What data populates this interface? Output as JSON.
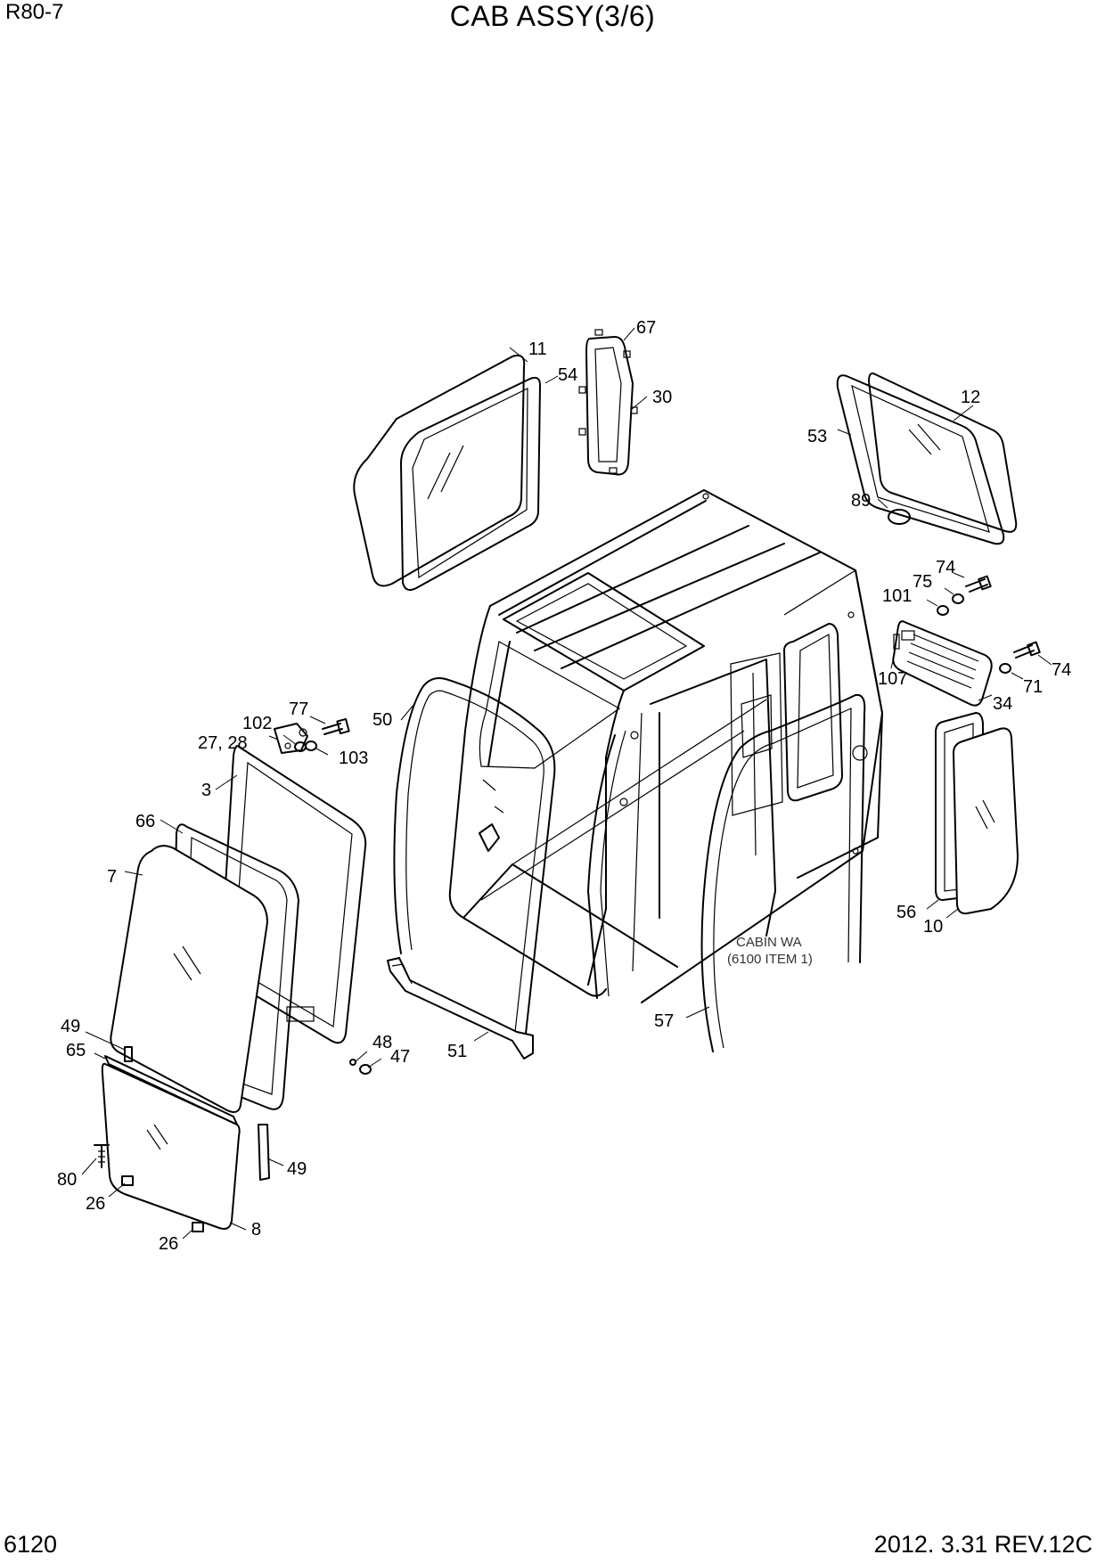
{
  "header": {
    "model": "R80-7",
    "title": "CAB ASSY(3/6)"
  },
  "footer": {
    "page_number": "6120",
    "revision": "2012. 3.31  REV.12C"
  },
  "cabin_note": {
    "line1": "CABIN WA",
    "line2": "(6100 ITEM 1)"
  },
  "callouts": [
    "11",
    "54",
    "67",
    "30",
    "12",
    "53",
    "89",
    "74",
    "75",
    "101",
    "107",
    "71",
    "74",
    "34",
    "50",
    "77",
    "102",
    "27, 28",
    "103",
    "3",
    "66",
    "7",
    "56",
    "10",
    "57",
    "51",
    "48",
    "47",
    "49",
    "65",
    "80",
    "26",
    "49",
    "8",
    "26"
  ]
}
